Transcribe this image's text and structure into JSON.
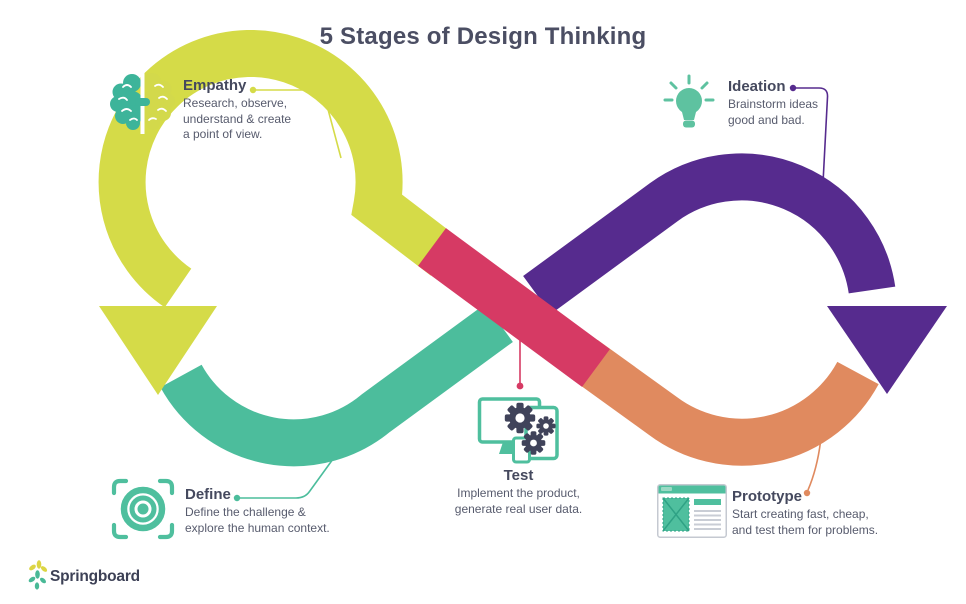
{
  "title": "5 Stages of Design Thinking",
  "brand": {
    "name": "Springboard"
  },
  "colors": {
    "empathy": "#d5db48",
    "define": "#4cbd9c",
    "ideation": "#562b8e",
    "prototype": "#e08a5f",
    "test": "#d63a64",
    "icon_teal": "#4fbf9e",
    "gear_dark": "#40435a",
    "heading_text": "#45495e",
    "body_text": "#575b6d"
  },
  "stages": [
    {
      "label": "Empathy",
      "lines": [
        "Research, observe,",
        "understand & create",
        "a point of view."
      ]
    },
    {
      "label": "Define",
      "lines": [
        "Define the challenge &",
        "explore the human context."
      ]
    },
    {
      "label": "Ideation",
      "lines": [
        "Brainstorm ideas",
        "good and bad."
      ]
    },
    {
      "label": "Prototype",
      "lines": [
        "Start creating fast, cheap,",
        "and test them for problems."
      ]
    },
    {
      "label": "Test",
      "lines": [
        "Implement the product,",
        "generate real user data."
      ]
    }
  ]
}
